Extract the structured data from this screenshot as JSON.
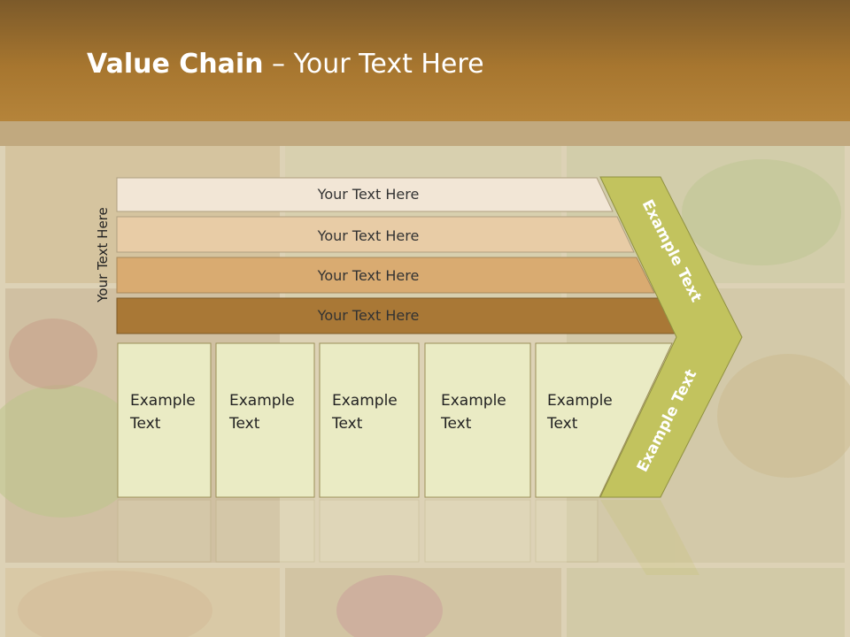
{
  "title": {
    "bold": "Value Chain",
    "rest": " – Your Text Here"
  },
  "side_label": "Your Text Here",
  "bars": [
    {
      "label": "Your Text Here",
      "color": "#f2e6d6"
    },
    {
      "label": "Your Text Here",
      "color": "#e8cca6"
    },
    {
      "label": "Your Text Here",
      "color": "#d9ab71"
    },
    {
      "label": "Your Text Here",
      "color": "#a97836"
    }
  ],
  "boxes": [
    {
      "line1": "Example",
      "line2": "Text"
    },
    {
      "line1": "Example",
      "line2": "Text"
    },
    {
      "line1": "Example",
      "line2": "Text"
    },
    {
      "line1": "Example",
      "line2": "Text"
    },
    {
      "line1": "Example",
      "line2": "Text"
    }
  ],
  "chevron": {
    "upper": "Example Text",
    "lower": "Example Text",
    "color": "#c2c35e"
  },
  "colors": {
    "header": "#a7762f",
    "box_fill": "#eaebc4",
    "box_border": "#9b8f57"
  }
}
